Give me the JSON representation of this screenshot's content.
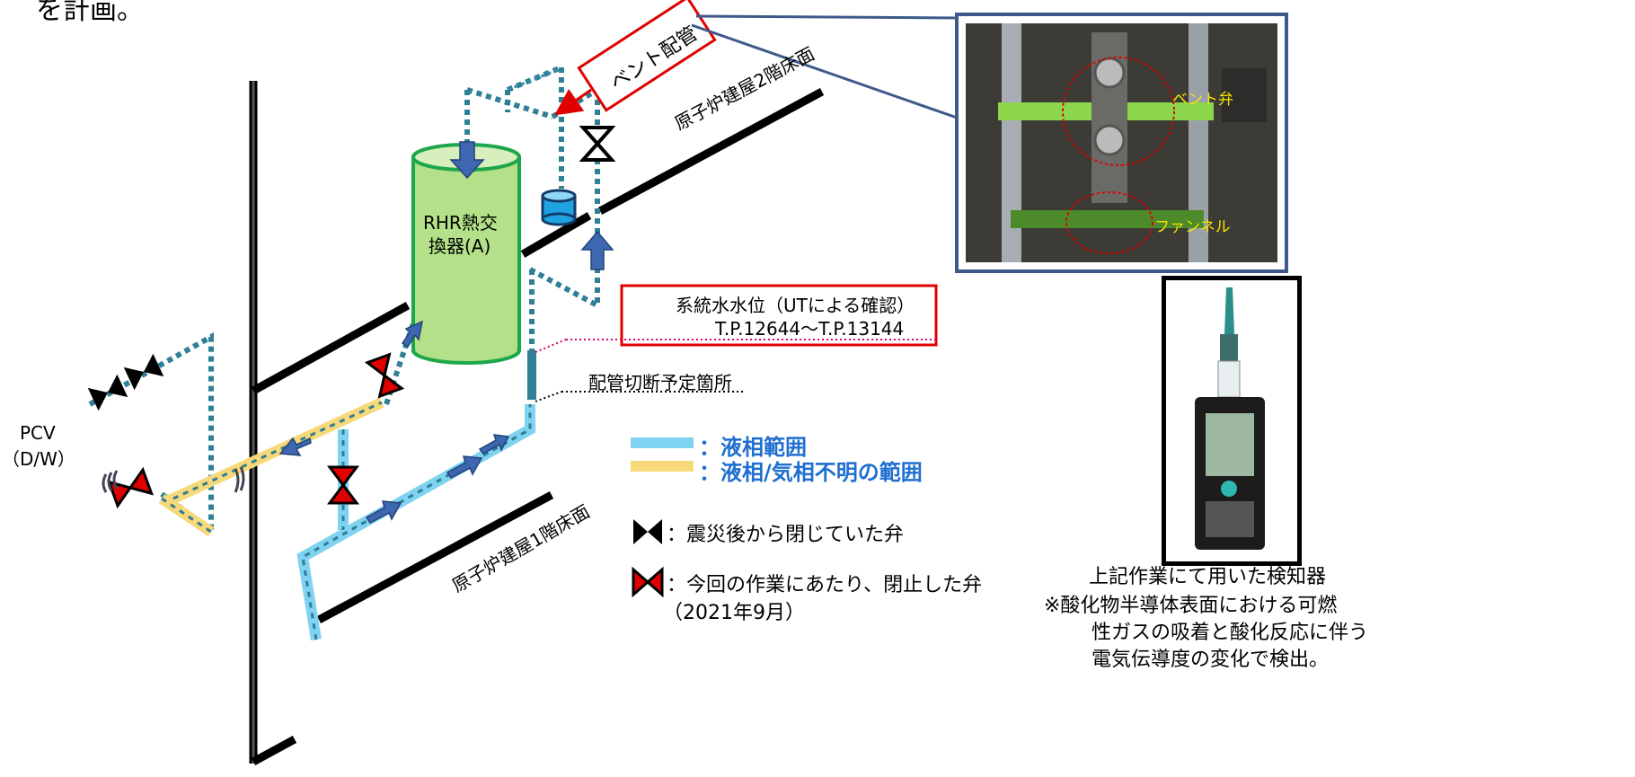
{
  "top_cut_text": "を計画。",
  "labels": {
    "pcv": "PCV",
    "pcv_sub": "（D/W）",
    "rhr_line1": "RHR熱交",
    "rhr_line2": "換器(A)",
    "floor2": "原子炉建屋2階床面",
    "floor1": "原子炉建屋1階床面",
    "vent_pipe": "ベント配管",
    "water_level_line1": "系統水水位（UTによる確認）",
    "water_level_line2": "T.P.12644～T.P.13144",
    "cut_point": "配管切断予定箇所"
  },
  "legend": {
    "liquid": "：液相範囲",
    "unknown": "：液相/気相不明の範囲",
    "closed_since_quake": "：震災後から閉じていた弁",
    "closed_this_time": "：今回の作業にあたり、閉止した弁",
    "closed_this_time_date": "（2021年9月）"
  },
  "photo": {
    "vent_valve": "ベント弁",
    "funnel": "ファンネル"
  },
  "detector": {
    "caption": "上記作業にて用いた検知器",
    "note_line1": "※酸化物半導体表面における可燃",
    "note_line2": "性ガスの吸着と酸化反応に伴う",
    "note_line3": "電気伝導度の変化で検出。"
  },
  "colors": {
    "liquid": "#7fd3f0",
    "unknown": "#f7d97a",
    "dotted_pipe": "#2f7f96",
    "hx_fill": "#b3e088",
    "hx_stroke": "#1ea64a",
    "red_box": "#e00000",
    "arrow": "#3d67b0",
    "legend_text": "#1f6fd0"
  }
}
